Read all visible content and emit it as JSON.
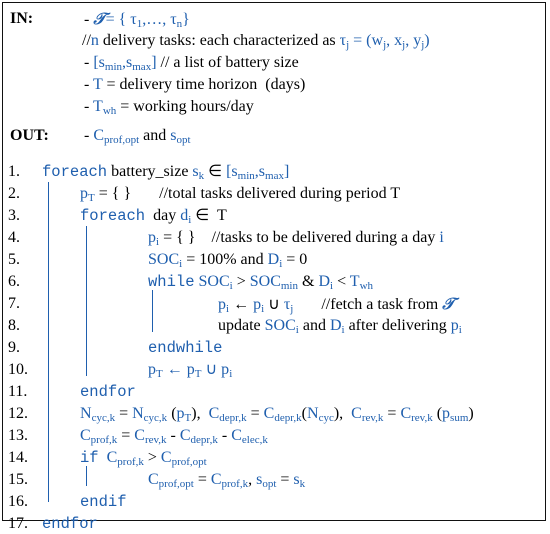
{
  "in_label": "IN:",
  "out_label": "OUT:",
  "inputs": {
    "tasks_cal": "𝒯",
    "tasks_eq": "= {",
    "tasks_list": "τ₁,…, τₙ}",
    "tasks_comment": "//n delivery tasks: each characterized as τⱼ = (wⱼ, xⱼ, yⱼ)",
    "battery": "[smin,smax] // a list of battery size",
    "horizon": "T = delivery time horizon  (days)",
    "work": "Twh = working hours/day"
  },
  "output": "Cprof,opt and sopt",
  "lines": [
    {
      "n": "1.",
      "text": "foreach battery_size sk ∈ [smin,smax]"
    },
    {
      "n": "2.",
      "text": "pT = { }      //total tasks delivered during period T"
    },
    {
      "n": "3.",
      "text": "foreach  day di ∈  T"
    },
    {
      "n": "4.",
      "text": "pi = { }     //tasks to be delivered during a day i"
    },
    {
      "n": "5.",
      "text": "SOCi = 100% and Di = 0"
    },
    {
      "n": "6.",
      "text": "while SOCi > SOCmin & Di < Twh"
    },
    {
      "n": "7.",
      "text": "pi ← pi ∪ τj       //fetch a task from 𝒯"
    },
    {
      "n": "8.",
      "text": "update SOCi and Di after delivering pi"
    },
    {
      "n": "9.",
      "text": "endwhile"
    },
    {
      "n": "10.",
      "text": "pT ← pT ∪ pi"
    },
    {
      "n": "11.",
      "text": "endfor"
    },
    {
      "n": "12.",
      "text": "Ncyc,k = Ncyc,k (pT),  Cdepr,k = Cdepr,k(Ncyc),  Crev,k = Crev,k (psum)"
    },
    {
      "n": "13.",
      "text": "Cprof,k = Crev,k - Cdepr,k - Celec,k"
    },
    {
      "n": "14.",
      "text": "if  Cprof,k > Cprof,opt"
    },
    {
      "n": "15.",
      "text": "Cprof,opt = Cprof,k, sopt = sk"
    },
    {
      "n": "16.",
      "text": "endif"
    },
    {
      "n": "17.",
      "text": "endfor"
    }
  ],
  "colors": {
    "accent": "#1f5fae",
    "text": "#000000",
    "border": "#111111"
  }
}
